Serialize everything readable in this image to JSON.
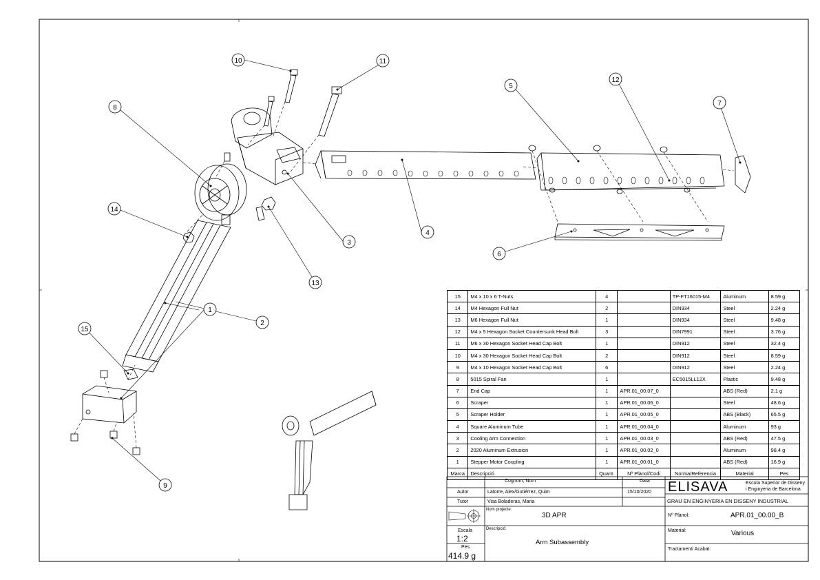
{
  "balloons": [
    {
      "num": "1"
    },
    {
      "num": "2"
    },
    {
      "num": "3"
    },
    {
      "num": "4"
    },
    {
      "num": "5"
    },
    {
      "num": "6"
    },
    {
      "num": "7"
    },
    {
      "num": "8"
    },
    {
      "num": "9"
    },
    {
      "num": "10"
    },
    {
      "num": "11"
    },
    {
      "num": "12"
    },
    {
      "num": "13"
    },
    {
      "num": "14"
    },
    {
      "num": "15"
    }
  ],
  "bom": {
    "rows": [
      {
        "marca": "15",
        "descripcio": "M4 x 10 x 6 T-Nuts",
        "quant": "4",
        "planol": "",
        "norma": "TP-FT16015-M4",
        "material": "Aluminum",
        "pes": "8.59 g"
      },
      {
        "marca": "14",
        "descripcio": "M4 Hexagon Full Nut",
        "quant": "2",
        "planol": "",
        "norma": "DIN934",
        "material": "Steel",
        "pes": "2.24 g"
      },
      {
        "marca": "13",
        "descripcio": "M6 Hexagon Full Nut",
        "quant": "1",
        "planol": "",
        "norma": "DIN934",
        "material": "Steel",
        "pes": "9.48 g"
      },
      {
        "marca": "12",
        "descripcio": "M4 x 5 Hexagon Socket Countersunk Head Bolt",
        "quant": "3",
        "planol": "",
        "norma": "DIN7991",
        "material": "Steel",
        "pes": "3.76 g"
      },
      {
        "marca": "11",
        "descripcio": "M6 x 30 Hexagon Socket Head Cap Bolt",
        "quant": "1",
        "planol": "",
        "norma": "DIN912",
        "material": "Steel",
        "pes": "32.4 g"
      },
      {
        "marca": "10",
        "descripcio": "M4 x 30 Hexagon Socket Head Cap Bolt",
        "quant": "2",
        "planol": "",
        "norma": "DIN912",
        "material": "Steel",
        "pes": "8.59 g"
      },
      {
        "marca": "9",
        "descripcio": "M4 x 10 Hexagon Socket Head Cap Bolt",
        "quant": "6",
        "planol": "",
        "norma": "DIN912",
        "material": "Steel",
        "pes": "2.24 g"
      },
      {
        "marca": "8",
        "descripcio": "5015 Spiral Fan",
        "quant": "1",
        "planol": "",
        "norma": "EC5015LL12X",
        "material": "Plastic",
        "pes": "9.48 g"
      },
      {
        "marca": "7",
        "descripcio": "End Cap",
        "quant": "1",
        "planol": "APR.01_00.07_0",
        "norma": "",
        "material": "ABS (Red)",
        "pes": "2.1 g"
      },
      {
        "marca": "6",
        "descripcio": "Scraper",
        "quant": "1",
        "planol": "APR.01_00.06_0",
        "norma": "",
        "material": "Steel",
        "pes": "48.6 g"
      },
      {
        "marca": "5",
        "descripcio": "Scraper Holder",
        "quant": "1",
        "planol": "APR.01_00.05_0",
        "norma": "",
        "material": "ABS (Black)",
        "pes": "65.5 g"
      },
      {
        "marca": "4",
        "descripcio": "Square Aluminum Tube",
        "quant": "1",
        "planol": "APR.01_00.04_0",
        "norma": "",
        "material": "Aluminum",
        "pes": "93 g"
      },
      {
        "marca": "3",
        "descripcio": "Cooling Arm Connection",
        "quant": "1",
        "planol": "APR.01_00.03_0",
        "norma": "",
        "material": "ABS (Red)",
        "pes": "47.5 g"
      },
      {
        "marca": "2",
        "descripcio": "2020 Aluminum Extrusion",
        "quant": "1",
        "planol": "APR.01_00.02_0",
        "norma": "",
        "material": "Aluminum",
        "pes": "98.4 g"
      },
      {
        "marca": "1",
        "descripcio": "Stepper Motor Coupling",
        "quant": "1",
        "planol": "APR.01_00.01_0",
        "norma": "",
        "material": "ABS (Red)",
        "pes": "16.9 g"
      }
    ],
    "header": {
      "marca": "Marca",
      "descripcio": "Descripció",
      "quant": "Quant.",
      "planol": "Nº Plànol/Codi",
      "norma": "Norma/Referencia",
      "material": "Material",
      "pes": "Pes"
    }
  },
  "title_block": {
    "cognom_label": "Cognom, Nom",
    "data_label": "Data",
    "autor_label": "Autor",
    "autor_value": "Latorre, Alex/Gutiérrez, Quim",
    "data_value": "15/10/2020",
    "tutor_label": "Tutor",
    "tutor_value": "Visa Boladeras, Maria",
    "school_logo": "ELISAVA",
    "school_line1": "Escola Superior de Disseny",
    "school_line2": "i Enginyeria de Barcelona",
    "degree": "GRAU EN ENGINYERIA EN DISSENY INDUSTRIAL",
    "nom_projecte_label": "Nom projecte:",
    "nom_projecte_value": "3D APR",
    "planol_label": "Nº Plànol:",
    "planol_value": "APR.01_00.00_B",
    "escala_label": "Escala",
    "escala_value": "1:2",
    "pes_label": "Pes",
    "pes_value": "414.9 g",
    "descripcio_label": "Descripció:",
    "descripcio_value": "Arm Subassembly",
    "material_label": "Material:",
    "material_value": "Various",
    "tractament_label": "Tractament/ Acabat:"
  }
}
